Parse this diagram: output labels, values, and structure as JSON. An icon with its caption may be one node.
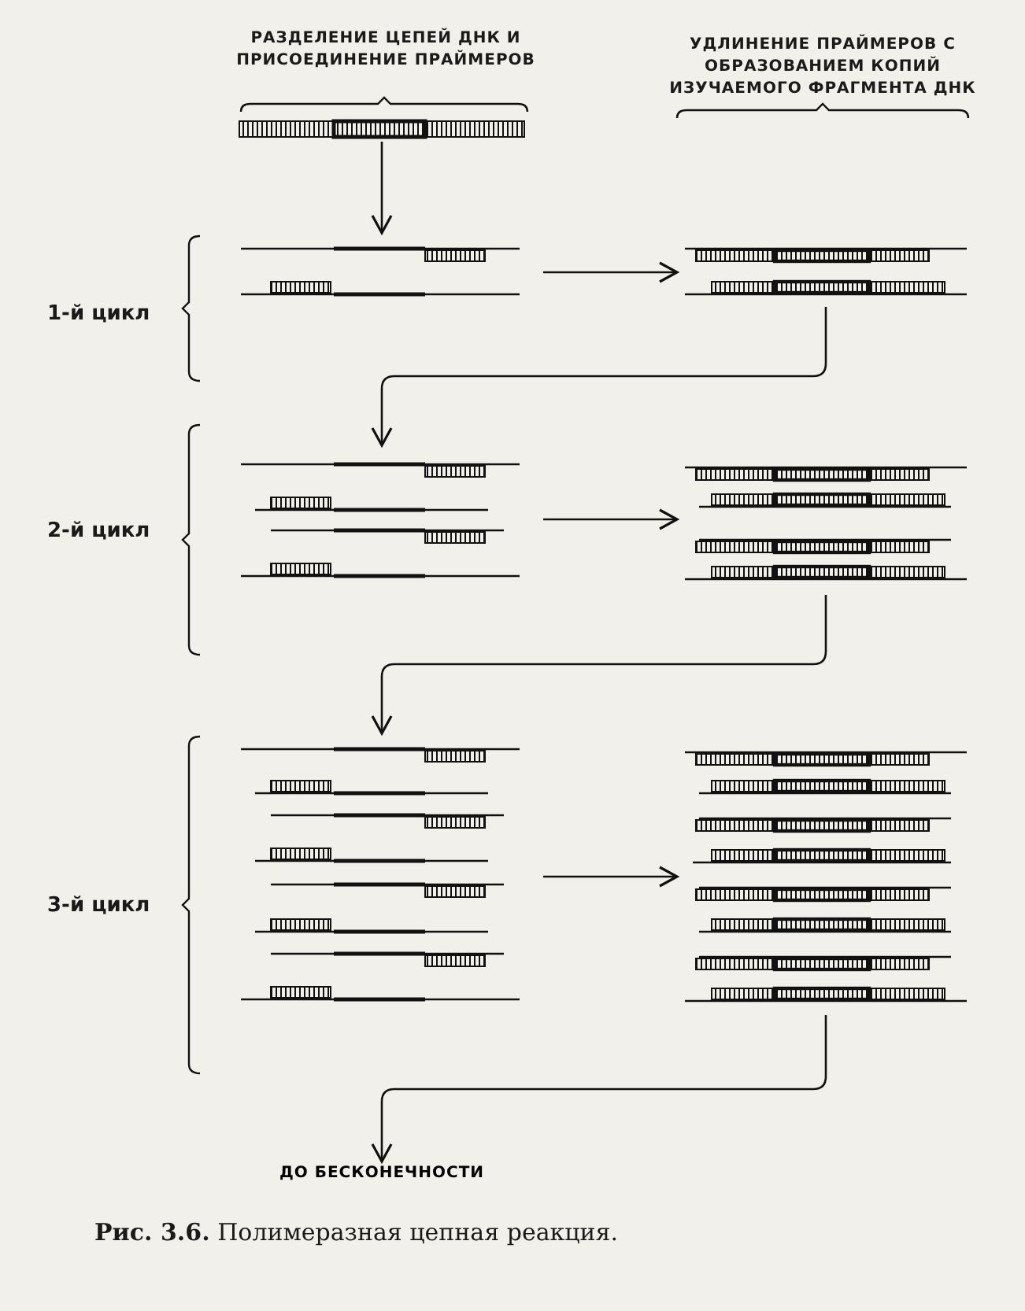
{
  "diagram": {
    "caption": "**Рис. 3.6.** Полимеразная цепная реакция.",
    "nodes": [
      {
        "text": [],
        "shape": "bar"
      },
      {
        "text": [],
        "shape": "bar"
      },
      {
        "text": [],
        "shape": "bar"
      },
      {
        "text": [],
        "shape": "bar"
      },
      {
        "text": [],
        "shape": "bar"
      },
      {
        "text": [],
        "shape": "bar"
      },
      {
        "text": [],
        "shape": "bar"
      },
      {
        "text": [
          "ДО БЕСКОНЕЧНОСТИ"
        ]
      }
    ],
    "edges": [
      {
        "from": 0,
        "to": 1,
        "arrow": "to"
      },
      {
        "from": 1,
        "to": 2,
        "arrow": "to"
      },
      {
        "from": 2,
        "to": 3,
        "arrow": "to"
      },
      {
        "from": 3,
        "to": 4,
        "arrow": "to"
      },
      {
        "from": 4,
        "to": 5,
        "arrow": "to"
      },
      {
        "from": 5,
        "to": 6,
        "arrow": "to"
      },
      {
        "from": 6,
        "to": 7,
        "arrow": "to"
      }
    ],
    "labels": [
      "РАЗДЕЛЕНИЕ ЦЕПЕЙ ДНК И ПРИСОЕДИНЕНИЕ ПРАЙМЕРОВ",
      "УДЛИНЕНИЕ ПРАЙМЕРОВ С ОБРАЗОВАНИЕМ КОПИЙ ИЗУЧАЕМОГО ФРАГМЕНТА ДНК",
      "1-й цикл",
      "2-й цикл",
      "3-й цикл"
    ]
  }
}
